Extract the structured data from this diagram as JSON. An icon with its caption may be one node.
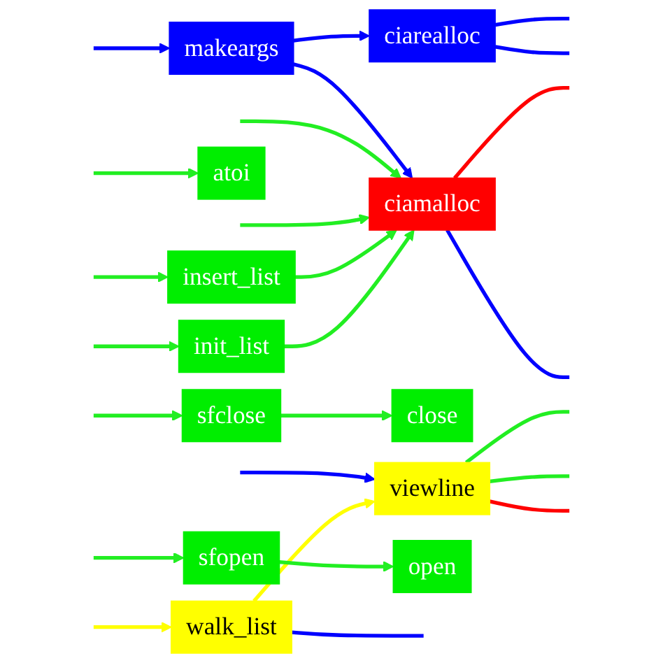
{
  "diagram": {
    "nodes": [
      {
        "text": [
          "init_list"
        ]
      },
      {
        "text": [
          "insert_list"
        ]
      },
      {
        "text": [
          "atoi"
        ]
      },
      {
        "text": [
          "ciamalloc"
        ]
      },
      {
        "text": [
          "makeargs"
        ]
      },
      {
        "text": [
          "ciarealloc"
        ]
      },
      {
        "text": [
          "sfclose"
        ]
      },
      {
        "text": [
          "close"
        ]
      },
      {
        "text": [
          "walk_list"
        ]
      },
      {
        "text": [
          "viewline"
        ]
      },
      {
        "text": [
          "sfopen"
        ]
      },
      {
        "text": [
          "open"
        ]
      }
    ],
    "edges": [
      {
        "from": null,
        "to": 0,
        "arrow": "to"
      },
      {
        "from": null,
        "to": 1,
        "arrow": "to"
      },
      {
        "from": null,
        "to": 2,
        "arrow": "to"
      },
      {
        "from": 0,
        "to": 3,
        "arrow": "to"
      },
      {
        "from": 1,
        "to": 3,
        "arrow": "to"
      },
      {
        "from": null,
        "to": 3,
        "arrow": "to"
      },
      {
        "from": null,
        "to": 3,
        "arrow": "to"
      },
      {
        "from": 4,
        "to": 3,
        "arrow": "to",
        "color": "#0000ff"
      },
      {
        "from": 3,
        "to": null,
        "arrow": "none",
        "color": "#ff0000"
      },
      {
        "from": 3,
        "to": null,
        "arrow": "none",
        "color": "#0000ff"
      },
      {
        "from": null,
        "to": 4,
        "arrow": "to",
        "color": "#0000ff"
      },
      {
        "from": 4,
        "to": 5,
        "arrow": "to",
        "color": "#0000ff"
      },
      {
        "from": 5,
        "to": null,
        "arrow": "none",
        "color": "#0000ff"
      },
      {
        "from": 5,
        "to": null,
        "arrow": "none",
        "color": "#0000ff"
      },
      {
        "from": null,
        "to": 6,
        "arrow": "to"
      },
      {
        "from": 6,
        "to": 7,
        "arrow": "to"
      },
      {
        "from": 8,
        "to": null,
        "arrow": "none",
        "color": "#0000ff"
      },
      {
        "from": null,
        "to": 8,
        "arrow": "to",
        "color": "#ffff00"
      },
      {
        "from": 8,
        "to": 9,
        "arrow": "to",
        "color": "#ffff00"
      },
      {
        "from": null,
        "to": 9,
        "arrow": "to",
        "color": "#0000ff"
      },
      {
        "from": 9,
        "to": null,
        "arrow": "none"
      },
      {
        "from": 9,
        "to": null,
        "arrow": "none"
      },
      {
        "from": 9,
        "to": null,
        "arrow": "none",
        "color": "#ff0000"
      },
      {
        "from": null,
        "to": 10,
        "arrow": "to"
      },
      {
        "from": 10,
        "to": 11,
        "arrow": "to"
      }
    ]
  }
}
